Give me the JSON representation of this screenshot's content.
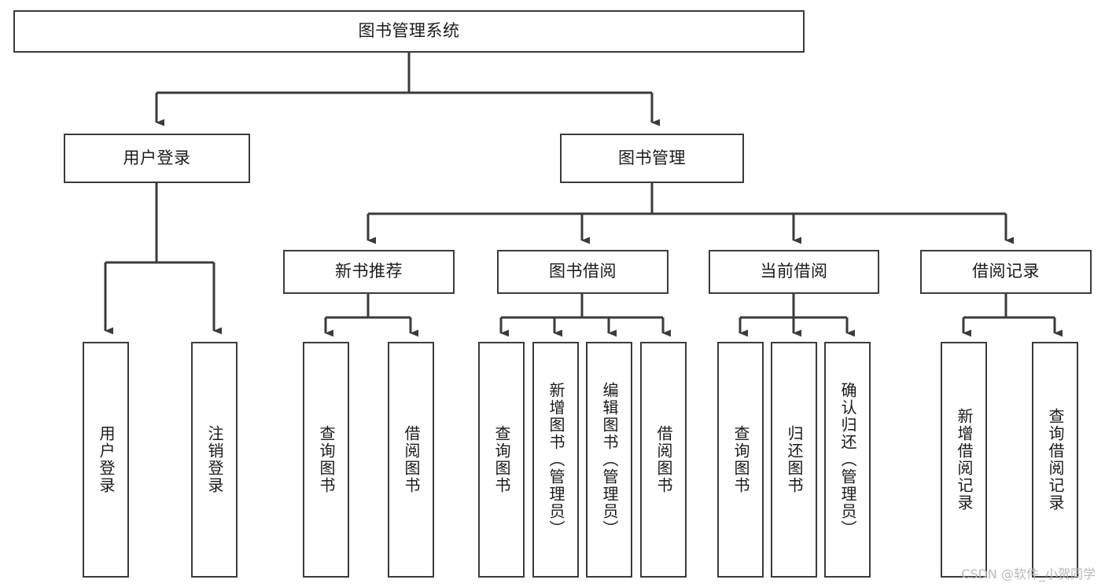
{
  "diagram": {
    "type": "hierarchy-tree",
    "title": "图书管理系统",
    "orientation": "top-down",
    "watermark": "CSDN @软件_小贺同学",
    "colors": {
      "stroke": "#3b3b3b",
      "box_fill": "#ffffff",
      "text": "#1a1a1a",
      "background": "#ffffff",
      "watermark": "#b9b9b9"
    },
    "nodes": {
      "root": {
        "label": "图书管理系统",
        "level": 0,
        "orientation": "horizontal"
      },
      "l1": [
        {
          "label": "用户登录",
          "level": 1,
          "orientation": "horizontal"
        },
        {
          "label": "图书管理",
          "level": 1,
          "orientation": "horizontal"
        }
      ],
      "l2": [
        {
          "label": "新书推荐",
          "level": 2,
          "orientation": "horizontal"
        },
        {
          "label": "图书借阅",
          "level": 2,
          "orientation": "horizontal"
        },
        {
          "label": "当前借阅",
          "level": 2,
          "orientation": "horizontal"
        },
        {
          "label": "借阅记录",
          "level": 2,
          "orientation": "horizontal"
        }
      ],
      "leaves_user_login": [
        {
          "label": "用户登录",
          "level": 2,
          "orientation": "vertical"
        },
        {
          "label": "注销登录",
          "level": 2,
          "orientation": "vertical"
        }
      ],
      "leaves_new_book": [
        {
          "label": "查询图书",
          "level": 3,
          "orientation": "vertical"
        },
        {
          "label": "借阅图书",
          "level": 3,
          "orientation": "vertical"
        }
      ],
      "leaves_borrow": [
        {
          "label": "查询图书",
          "level": 3,
          "orientation": "vertical"
        },
        {
          "label": "新增图书（管理员）",
          "level": 3,
          "orientation": "vertical"
        },
        {
          "label": "编辑图书（管理员）",
          "level": 3,
          "orientation": "vertical"
        },
        {
          "label": "借阅图书",
          "level": 3,
          "orientation": "vertical"
        }
      ],
      "leaves_current": [
        {
          "label": "查询图书",
          "level": 3,
          "orientation": "vertical"
        },
        {
          "label": "归还图书",
          "level": 3,
          "orientation": "vertical"
        },
        {
          "label": "确认归还（管理员）",
          "level": 3,
          "orientation": "vertical"
        }
      ],
      "leaves_records": [
        {
          "label": "新增借阅记录",
          "level": 3,
          "orientation": "vertical"
        },
        {
          "label": "查询借阅记录",
          "level": 3,
          "orientation": "vertical"
        }
      ]
    }
  }
}
